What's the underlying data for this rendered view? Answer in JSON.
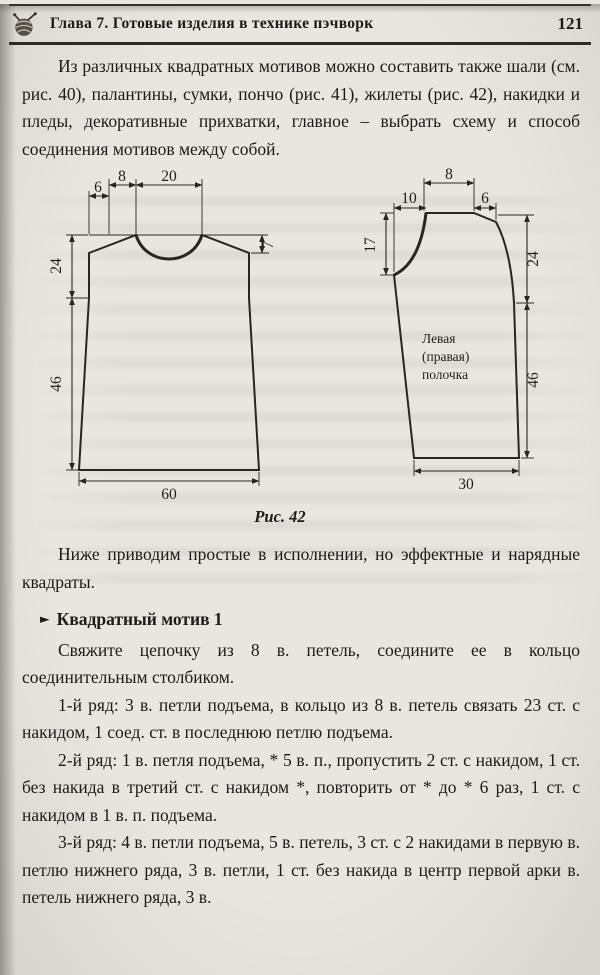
{
  "header": {
    "title": "Глава 7. Готовые изделия в технике пэчворк",
    "page_number": "121"
  },
  "intro_paragraph": "Из различных квадратных мотивов можно составить также шали (см. рис. 40), палантины, сумки, пончо (рис. 41), жилеты (рис. 42), накидки и пледы, декоративные прихватки, главное – выбрать схему и способ соединения мотивов между собой.",
  "figure": {
    "caption": "Рис. 42",
    "back_piece": {
      "dim_top_outer": "6",
      "dim_top_shoulder": "8",
      "dim_neck_width": "20",
      "dim_shoulder_drop": "7",
      "dim_armhole_depth": "24",
      "dim_side_length": "46",
      "dim_bottom_width": "60"
    },
    "front_piece": {
      "dim_neck_width": "10",
      "dim_shoulder": "8",
      "dim_slope": "6",
      "dim_neck_depth": "17",
      "dim_armhole_depth": "24",
      "dim_side_length": "46",
      "dim_bottom_width": "30",
      "label": [
        "Левая",
        "(правая)",
        "полочка"
      ]
    }
  },
  "between_paragraph": "Ниже приводим простые в исполнении, но эффектные и нарядные квадраты.",
  "section": {
    "marker": "►",
    "title": "Квадратный мотив 1"
  },
  "instructions": [
    "Свяжите цепочку из 8 в. петель, соедините ее в кольцо соединительным столбиком.",
    "1-й ряд: 3 в. петли подъема, в кольцо из 8 в. петель связать 23 ст. с накидом, 1 соед. ст. в последнюю петлю подъема.",
    "2-й ряд: 1 в. петля подъема, * 5 в. п., пропустить 2 ст. с накидом, 1 ст. без накида в третий ст. с накидом *, повторить от * до * 6 раз, 1 ст. с накидом в 1 в. п. подъема.",
    "3-й ряд: 4 в. петли подъема, 5 в. петель, 3 ст. с 2 накидами в первую в. петлю нижнего ряда, 3 в. петли, 1 ст. без накида в центр первой арки в. петель нижнего ряда, 3 в."
  ]
}
